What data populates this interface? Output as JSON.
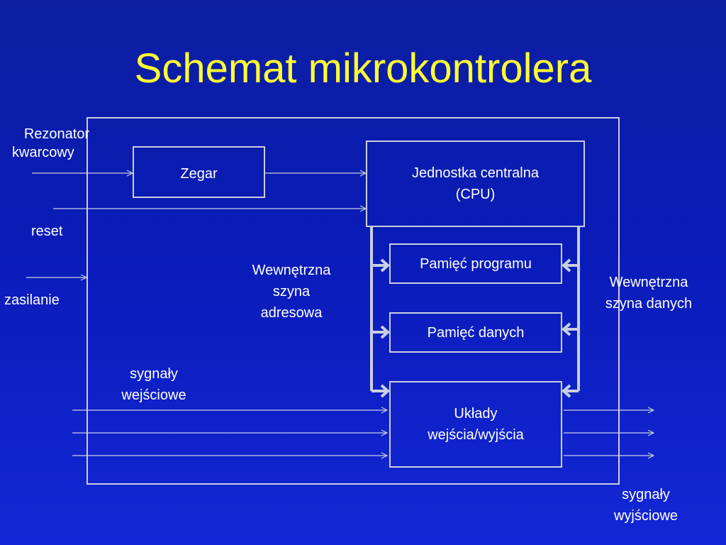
{
  "title": "Schemat mikrokontrolera",
  "blocks": {
    "zegar": "Zegar",
    "cpu_line1": "Jednostka centralna",
    "cpu_line2": "(CPU)",
    "program_memory": "Pamięć programu",
    "data_memory": "Pamięć danych",
    "io_line1": "Układy",
    "io_line2": "wejścia/wyjścia"
  },
  "labels": {
    "resonator_line1": "Rezonator",
    "resonator_line2": "kwarcowy",
    "reset": "reset",
    "power": "zasilanie",
    "address_bus_line1": "Wewnętrzna",
    "address_bus_line2": "szyna",
    "address_bus_line3": "adresowa",
    "data_bus_line1": "Wewnętrzna",
    "data_bus_line2": "szyna danych",
    "inputs_line1": "sygnały",
    "inputs_line2": "wejściowe",
    "outputs_line1": "sygnały",
    "outputs_line2": "wyjściowe"
  },
  "colors": {
    "background": "#0a1bb8",
    "title": "#ffff33",
    "lines": "#c9cfe0"
  }
}
